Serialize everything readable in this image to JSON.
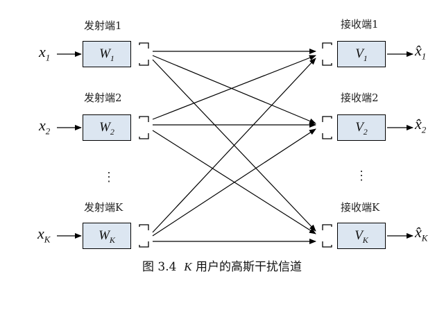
{
  "transmitters": [
    {
      "label": "发射端1",
      "box_symbol": "W",
      "box_sub": "1",
      "input": "x",
      "input_sub": "1"
    },
    {
      "label": "发射端2",
      "box_symbol": "W",
      "box_sub": "2",
      "input": "x",
      "input_sub": "2"
    },
    {
      "label": "发射端K",
      "box_symbol": "W",
      "box_sub": "K",
      "input": "x",
      "input_sub": "K"
    }
  ],
  "receivers": [
    {
      "label": "接收端1",
      "box_symbol": "V",
      "box_sub": "1",
      "output": "x̂",
      "output_sub": "1"
    },
    {
      "label": "接收端2",
      "box_symbol": "V",
      "box_sub": "2",
      "output": "x̂",
      "output_sub": "2"
    },
    {
      "label": "接收端K",
      "box_symbol": "V",
      "box_sub": "K",
      "output": "x̂",
      "output_sub": "K"
    }
  ],
  "ellipsis": "⋮",
  "caption": {
    "prefix": "图 3.4",
    "variable": "K",
    "text": "用户的高斯干扰信道"
  },
  "colors": {
    "box_fill": "#dce6f1",
    "line": "#000000"
  }
}
